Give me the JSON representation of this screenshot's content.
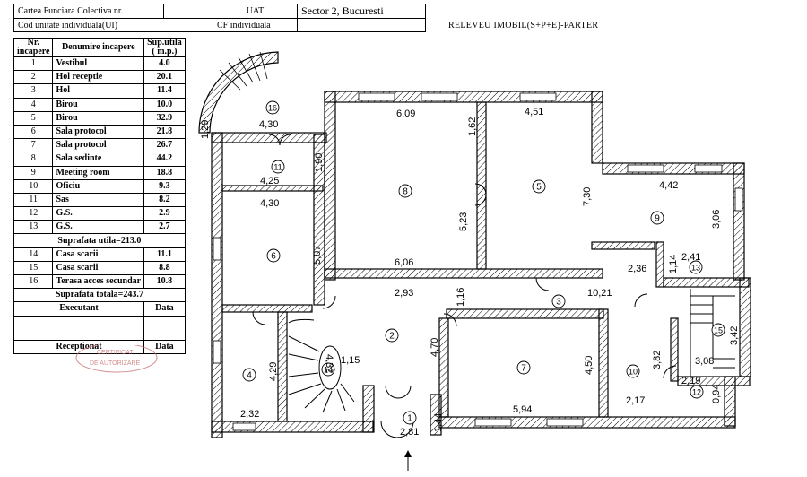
{
  "header": {
    "cf_label": "Cartea Funciara Colectiva nr.",
    "cf_value": "",
    "uat_label": "UAT",
    "uat_value": "Sector 2, Bucuresti",
    "ui_label": "Cod unitate individuala(UI)",
    "cf_ind_label": "CF individuala",
    "cf_ind_value": ""
  },
  "title": "RELEVEU IMOBIL(S+P+E)-PARTER",
  "table": {
    "h_nr": "Nr. incapere",
    "h_name": "Denumire incapere",
    "h_area": "Sup.utila ( m.p.)",
    "rooms": [
      {
        "nr": "1",
        "name": "Vestibul",
        "area": "4.0"
      },
      {
        "nr": "2",
        "name": "Hol receptie",
        "area": "20.1"
      },
      {
        "nr": "3",
        "name": "Hol",
        "area": "11.4"
      },
      {
        "nr": "4",
        "name": "Birou",
        "area": "10.0"
      },
      {
        "nr": "5",
        "name": "Birou",
        "area": "32.9"
      },
      {
        "nr": "6",
        "name": "Sala protocol",
        "area": "21.8"
      },
      {
        "nr": "7",
        "name": "Sala protocol",
        "area": "26.7"
      },
      {
        "nr": "8",
        "name": "Sala sedinte",
        "area": "44.2"
      },
      {
        "nr": "9",
        "name": "Meeting room",
        "area": "18.8"
      },
      {
        "nr": "10",
        "name": "Oficiu",
        "area": "9.3"
      },
      {
        "nr": "11",
        "name": "Sas",
        "area": "8.2"
      },
      {
        "nr": "12",
        "name": "G.S.",
        "area": "2.9"
      },
      {
        "nr": "13",
        "name": "G.S.",
        "area": "2.7"
      }
    ],
    "useful_total": "Suprafata utila=213.0",
    "extra_rooms": [
      {
        "nr": "14",
        "name": "Casa scarii",
        "area": "11.1"
      },
      {
        "nr": "15",
        "name": "Casa scarii",
        "area": "8.8"
      },
      {
        "nr": "16",
        "name": "Terasa acces secundar",
        "area": "10.8"
      }
    ],
    "grand_total": "Suprafata totala=243.7",
    "executant_label": "Executant",
    "data_label_1": "Data",
    "receptionat_label": "Receptionat",
    "data_label_2": "Data"
  },
  "plan": {
    "room_numbers": [
      "1",
      "2",
      "3",
      "4",
      "5",
      "6",
      "7",
      "8",
      "9",
      "10",
      "11",
      "12",
      "13",
      "14",
      "15",
      "16"
    ],
    "dimensions": {
      "d16_w": "4,30",
      "d16_h": "1,29",
      "d11_w": "4,25",
      "d11_h": "1,90",
      "d6_w": "4,30",
      "d6_h": "5,07",
      "d8_w": "6,09",
      "d8_h": "5,23",
      "d8_door": "1,62",
      "d8_bottom": "6,06",
      "d5_w": "4,51",
      "d5_h": "7,30",
      "d9_w": "4,42",
      "d9_h": "3,06",
      "d2_w": "2,93",
      "d2_h": "4,70",
      "d_hall_h": "1,16",
      "d3_w": "10,21",
      "d3_small": "2,36",
      "d13_w": "2,41",
      "d13_h": "1,14",
      "d4_w": "2,32",
      "d4_h": "4,29",
      "d14_w": "1,15",
      "d14_h": "4,32",
      "d7_w": "5,94",
      "d7_h": "4,50",
      "d10_w": "2,17",
      "d10_h": "3,82",
      "d15_w": "3,08",
      "d15_h": "3,42",
      "d12_w": "2,19",
      "d12_h": "0,94",
      "d1_w": "2,81",
      "d1_h": "1,44"
    },
    "stamp_text_1": "CERTIFICAT",
    "stamp_text_2": "DE AUTORIZARE"
  }
}
